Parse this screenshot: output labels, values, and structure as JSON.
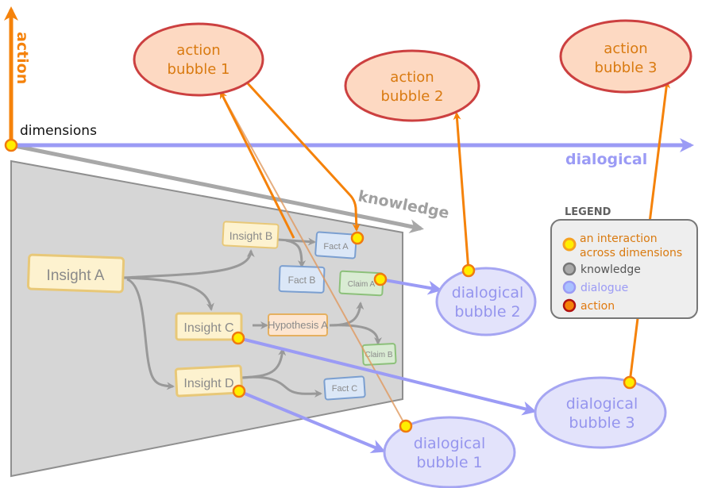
{
  "axes": {
    "action_label": "action",
    "origin_label": "dimensions",
    "dialogical_label": "dialogical",
    "knowledge_label": "knowledge"
  },
  "action_bubbles": [
    {
      "line1": "action",
      "line2": "bubble 1"
    },
    {
      "line1": "action",
      "line2": "bubble 2"
    },
    {
      "line1": "action",
      "line2": "bubble 3"
    }
  ],
  "dialogical_bubbles": [
    {
      "line1": "dialogical",
      "line2": "bubble 1"
    },
    {
      "line1": "dialogical",
      "line2": "bubble 2"
    },
    {
      "line1": "dialogical",
      "line2": "bubble 3"
    }
  ],
  "knowledge_nodes": {
    "insight_a": "Insight A",
    "insight_b": "Insight B",
    "insight_c": "Insight C",
    "insight_d": "Insight D",
    "hypothesis_a": "Hypothesis A",
    "fact_a": "Fact A",
    "fact_b": "Fact B",
    "fact_c": "Fact C",
    "claim_a": "Claim A",
    "claim_b": "Claim B"
  },
  "legend": {
    "title": "LEGEND",
    "items": [
      {
        "line1": "an interaction",
        "line2": "across dimensions",
        "color": "#d97a10"
      },
      {
        "line1": "knowledge",
        "color": "#555555"
      },
      {
        "line1": "dialogue",
        "color": "#9b9bf5"
      },
      {
        "line1": "action",
        "color": "#e07a10"
      }
    ]
  },
  "colors": {
    "action": "#f5820a",
    "dialogue": "#9b9bf5",
    "knowledge": "#a0a0a0",
    "interaction_fill": "#ffee00",
    "action_bubble_fill": "#fdd9c2",
    "action_bubble_stroke": "#cc4040",
    "dialog_bubble_fill": "#e3e3fb"
  }
}
